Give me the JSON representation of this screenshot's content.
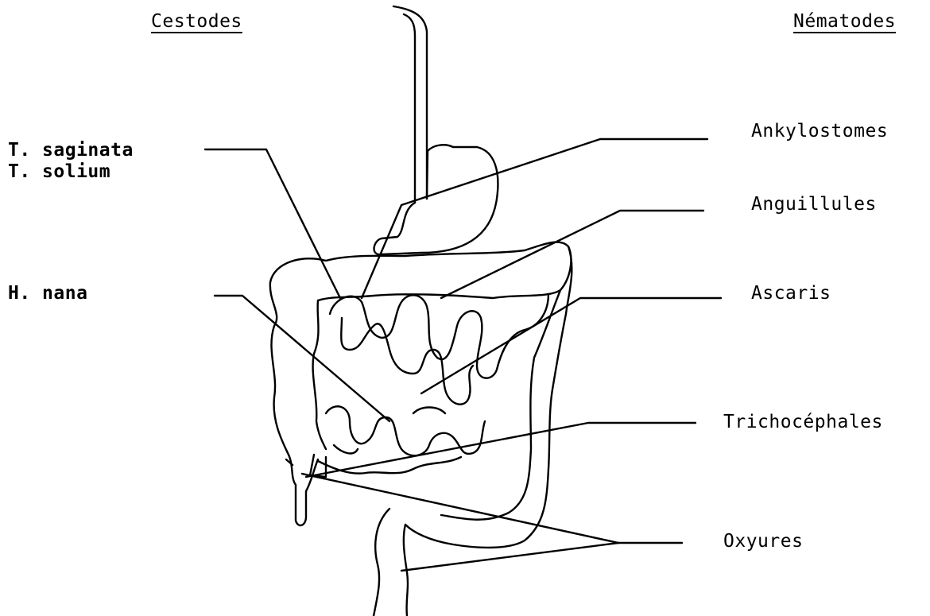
{
  "headers": {
    "left": "Cestodes",
    "right": "Nématodes"
  },
  "labels": {
    "t_saginata": "T. saginata",
    "t_solium": "T. solium",
    "h_nana": "H. nana",
    "ankylostomes": "Ankylostomes",
    "anguillules": "Anguillules",
    "ascaris": "Ascaris",
    "trichocephales": "Trichocéphales",
    "oxyures": "Oxyures"
  }
}
